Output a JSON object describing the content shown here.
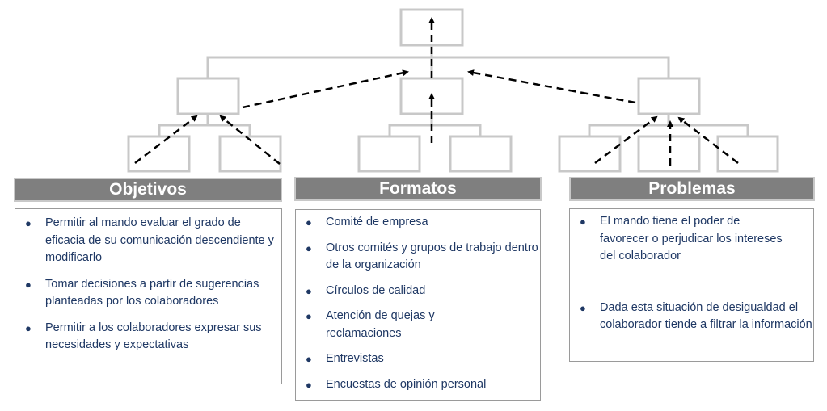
{
  "sections": {
    "objetivos": {
      "title": "Objetivos",
      "items": [
        "Permitir al mando evaluar el grado de eficacia de su comunicación descendiente y modificarlo",
        "Tomar decisiones a partir de sugerencias planteadas por los colaboradores",
        "Permitir a los colaboradores expresar sus necesidades y expectativas"
      ]
    },
    "formatos": {
      "title": "Formatos",
      "items": [
        "Comité de empresa",
        "Otros comités y grupos de trabajo dentro de la organización",
        "Círculos de calidad",
        "Atención de quejas y reclamaciones",
        "Entrevistas",
        "Encuestas de opinión personal"
      ]
    },
    "problemas": {
      "title": "Problemas",
      "items": [
        "El mando tiene el poder de favorecer o perjudicar los intereses del colaborador",
        "Dada esta situación de desigualdad el colaborador tiende a filtrar la información"
      ]
    }
  },
  "colors": {
    "header_bg": "#7f7f7f",
    "header_text": "#ffffff",
    "bullet_text": "#1f3864",
    "box_border": "#c8c8c8",
    "arrow": "#000000"
  }
}
